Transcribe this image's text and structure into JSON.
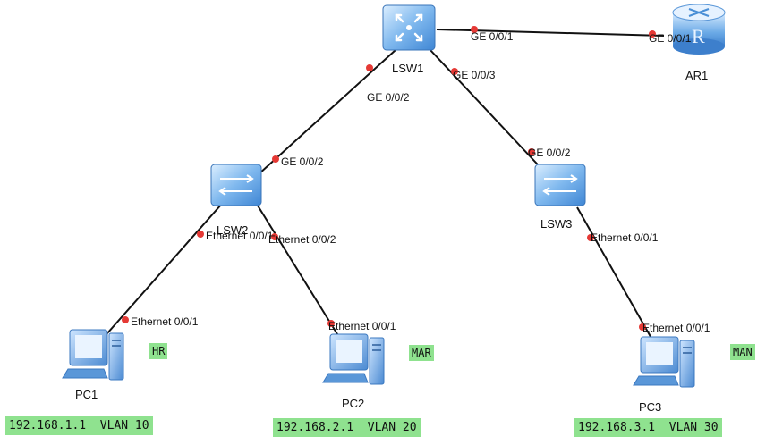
{
  "devices": {
    "lsw1": "LSW1",
    "lsw2": "LSW2",
    "lsw3": "LSW3",
    "ar1": "AR1",
    "pc1": "PC1",
    "pc2": "PC2",
    "pc3": "PC3"
  },
  "ports": {
    "lsw1_ar1": "GE 0/0/1",
    "ar1_lsw1": "GE 0/0/1",
    "lsw1_lsw2": "GE 0/0/2",
    "lsw1_lsw3": "GE 0/0/3",
    "lsw2_lsw1": "GE 0/0/2",
    "lsw3_lsw1": "GE 0/0/2",
    "lsw2_pc1": "Ethernet 0/0/1",
    "lsw2_pc2": "Ethernet 0/0/2",
    "lsw3_pc3": "Ethernet 0/0/1",
    "pc1_port": "Ethernet 0/0/1",
    "pc2_port": "Ethernet 0/0/1",
    "pc3_port": "Ethernet 0/0/1"
  },
  "tags": {
    "pc1": "HR",
    "pc2": "MAR",
    "pc3": "MAN"
  },
  "ip_labels": {
    "pc1": "192.168.1.1  VLAN 10",
    "pc2": "192.168.2.1  VLAN 20",
    "pc3": "192.168.3.1  VLAN 30"
  },
  "colors": {
    "link": "#111111",
    "port_dot": "#e53935",
    "label_bg": "#8fe28f",
    "device_blue": "#4a8fd6"
  }
}
